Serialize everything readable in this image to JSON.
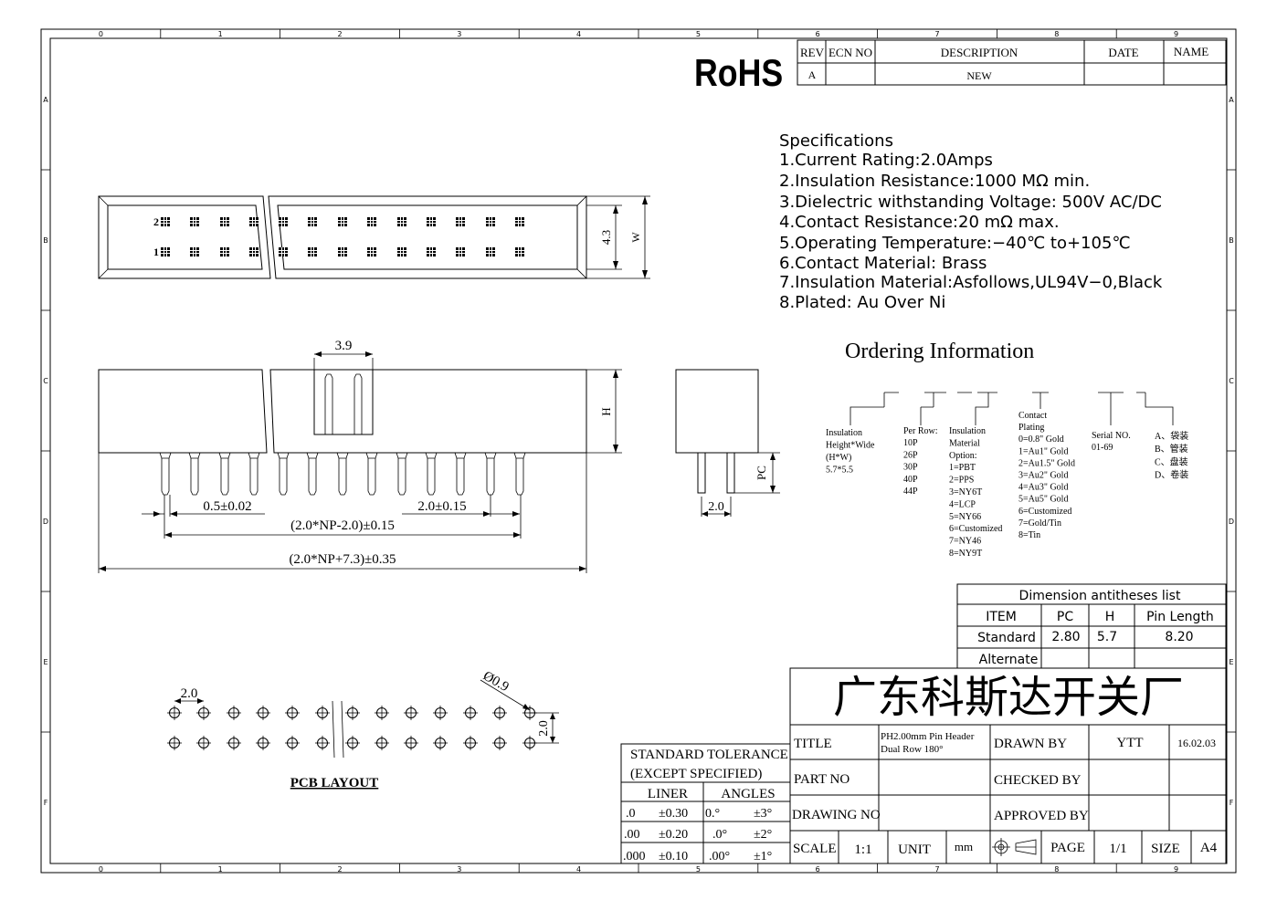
{
  "border": {
    "columns": [
      "0",
      "1",
      "2",
      "3",
      "4",
      "5",
      "6",
      "7",
      "8",
      "9"
    ],
    "rows": [
      "A",
      "B",
      "C",
      "D",
      "E",
      "F"
    ]
  },
  "rohs": "RoHS",
  "revision": {
    "headers": [
      "REV",
      "ECN NO",
      "DESCRIPTION",
      "DATE",
      "NAME"
    ],
    "row": [
      "A",
      "",
      "NEW",
      "",
      ""
    ]
  },
  "specs": {
    "title": "Specifications",
    "items": [
      "1.Current  Rating:2.0Amps",
      "2.Insulation  Resistance:1000  MΩ  min.",
      "3.Dielectric  withstanding  Voltage:  500V  AC/DC",
      "4.Contact  Resistance:20  mΩ  max.",
      "5.Operating  Temperature:−40℃  to+105℃",
      "6.Contact  Material:  Brass",
      "7.Insulation  Material:Asfollows,UL94V−0,Black",
      "8.Plated:  Au  Over  Ni"
    ]
  },
  "ordering": {
    "title": "Ordering Information",
    "insulation": [
      "Insulation",
      "Height*Wide",
      "(H*W)",
      "5.7*5.5"
    ],
    "per_row": [
      "Per Row:",
      "10P",
      "26P",
      "30P",
      "40P",
      "44P"
    ],
    "material": [
      "Insulation",
      "Material",
      "Option:",
      "1=PBT",
      "2=PPS",
      "3=NY6T",
      "4=LCP",
      "5=NY66",
      "6=Customized",
      "7=NY46",
      "8=NY9T"
    ],
    "plating": [
      "Contact",
      "Plating",
      "0=0.8\" Gold",
      "1=Au1\" Gold",
      "2=Au1.5\" Gold",
      "3=Au2\" Gold",
      "4=Au3\" Gold",
      "5=Au5\" Gold",
      "6=Customized",
      "7=Gold/Tin",
      "8=Tin"
    ],
    "serial": [
      "Serial NO.",
      "01-69"
    ],
    "packing": [
      "A、袋装",
      "B、管装",
      "C、盘装",
      "D、卷装"
    ]
  },
  "dimension_table": {
    "title": "Dimension antitheses list",
    "headers": [
      "ITEM",
      "PC",
      "H",
      "Pin Length"
    ],
    "rows": [
      [
        "Standard",
        "2.80",
        "5.7",
        "8.20"
      ],
      [
        "Alternate",
        "",
        "",
        ""
      ]
    ]
  },
  "top_view": {
    "row2": "2",
    "row1": "1",
    "dim_43": "4.3",
    "dim_w": "W"
  },
  "front_view": {
    "dim_39": "3.9",
    "dim_h": "H",
    "dim_pin": "0.5±0.02",
    "dim_pitch": "2.0±0.15",
    "dim_span": "(2.0*NP-2.0)±0.15",
    "dim_total": "(2.0*NP+7.3)±0.35"
  },
  "side_view": {
    "dim_pc": "PC",
    "dim_20": "2.0"
  },
  "pcb": {
    "label": "PCB LAYOUT",
    "dim_20a": "2.0",
    "dim_hole": "Ø0.9",
    "dim_20b": "2.0"
  },
  "tolerance": {
    "title1": "STANDARD TOLERANCE",
    "title2": "(EXCEPT   SPECIFIED)",
    "liner": "LINER",
    "angles": "ANGLES",
    "rows": [
      [
        ".0",
        "±0.30",
        "0.°",
        "±3°"
      ],
      [
        ".00",
        "±0.20",
        ".0°",
        "±2°"
      ],
      [
        ".000",
        "±0.10",
        ".00°",
        "±1°"
      ]
    ]
  },
  "title_block": {
    "company": "广东科斯达开关厂",
    "title_label": "TITLE",
    "title_value1": "PH2.00mm Pin Header",
    "title_value2": "Dual Row 180°",
    "drawn_by": "DRAWN BY",
    "drawn_name": "YTT",
    "drawn_date": "16.02.03",
    "part_no": "PART NO",
    "checked_by": "CHECKED BY",
    "drawing_no": "DRAWING NO",
    "approved_by": "APPROVED BY",
    "scale": "SCALE",
    "scale_value": "1:1",
    "unit": "UNIT",
    "unit_value": "mm",
    "page": "PAGE",
    "page_value": "1/1",
    "size": "SIZE",
    "size_value": "A4"
  }
}
